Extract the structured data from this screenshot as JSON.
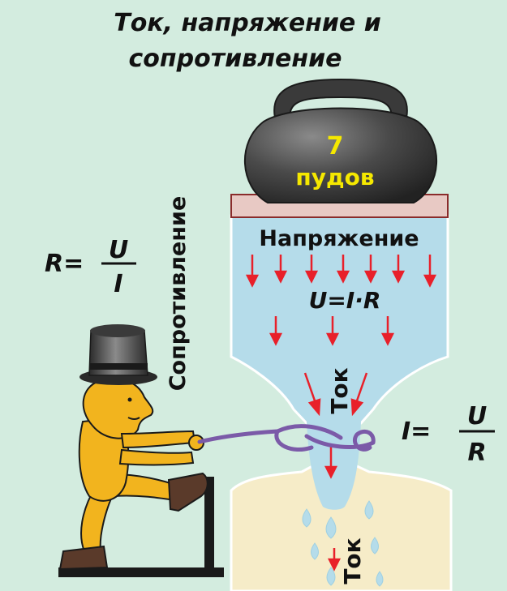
{
  "title": {
    "line1": "Ток, напряжение и",
    "line2": "сопротивление"
  },
  "weight": {
    "number": "7",
    "unit": "пудов"
  },
  "labels": {
    "voltage": "Напряжение",
    "resistance": "Сопротивление",
    "current_neck": "Ток",
    "current_bottom": "Ток"
  },
  "formulas": {
    "resistance": {
      "lhs": "R=",
      "num": "U",
      "den": "I"
    },
    "voltage": "U=I·R",
    "current": {
      "lhs": "I=",
      "num": "U",
      "den": "R"
    }
  },
  "colors": {
    "background": "#d3ecdf",
    "water": "#b5dcea",
    "vessel": "#f6ecc8",
    "arrow": "#e8202a",
    "weight_text": "#f5e800",
    "man": "#f2b41e",
    "rope": "#7b5aa8",
    "piston": "#e8c9c4"
  }
}
